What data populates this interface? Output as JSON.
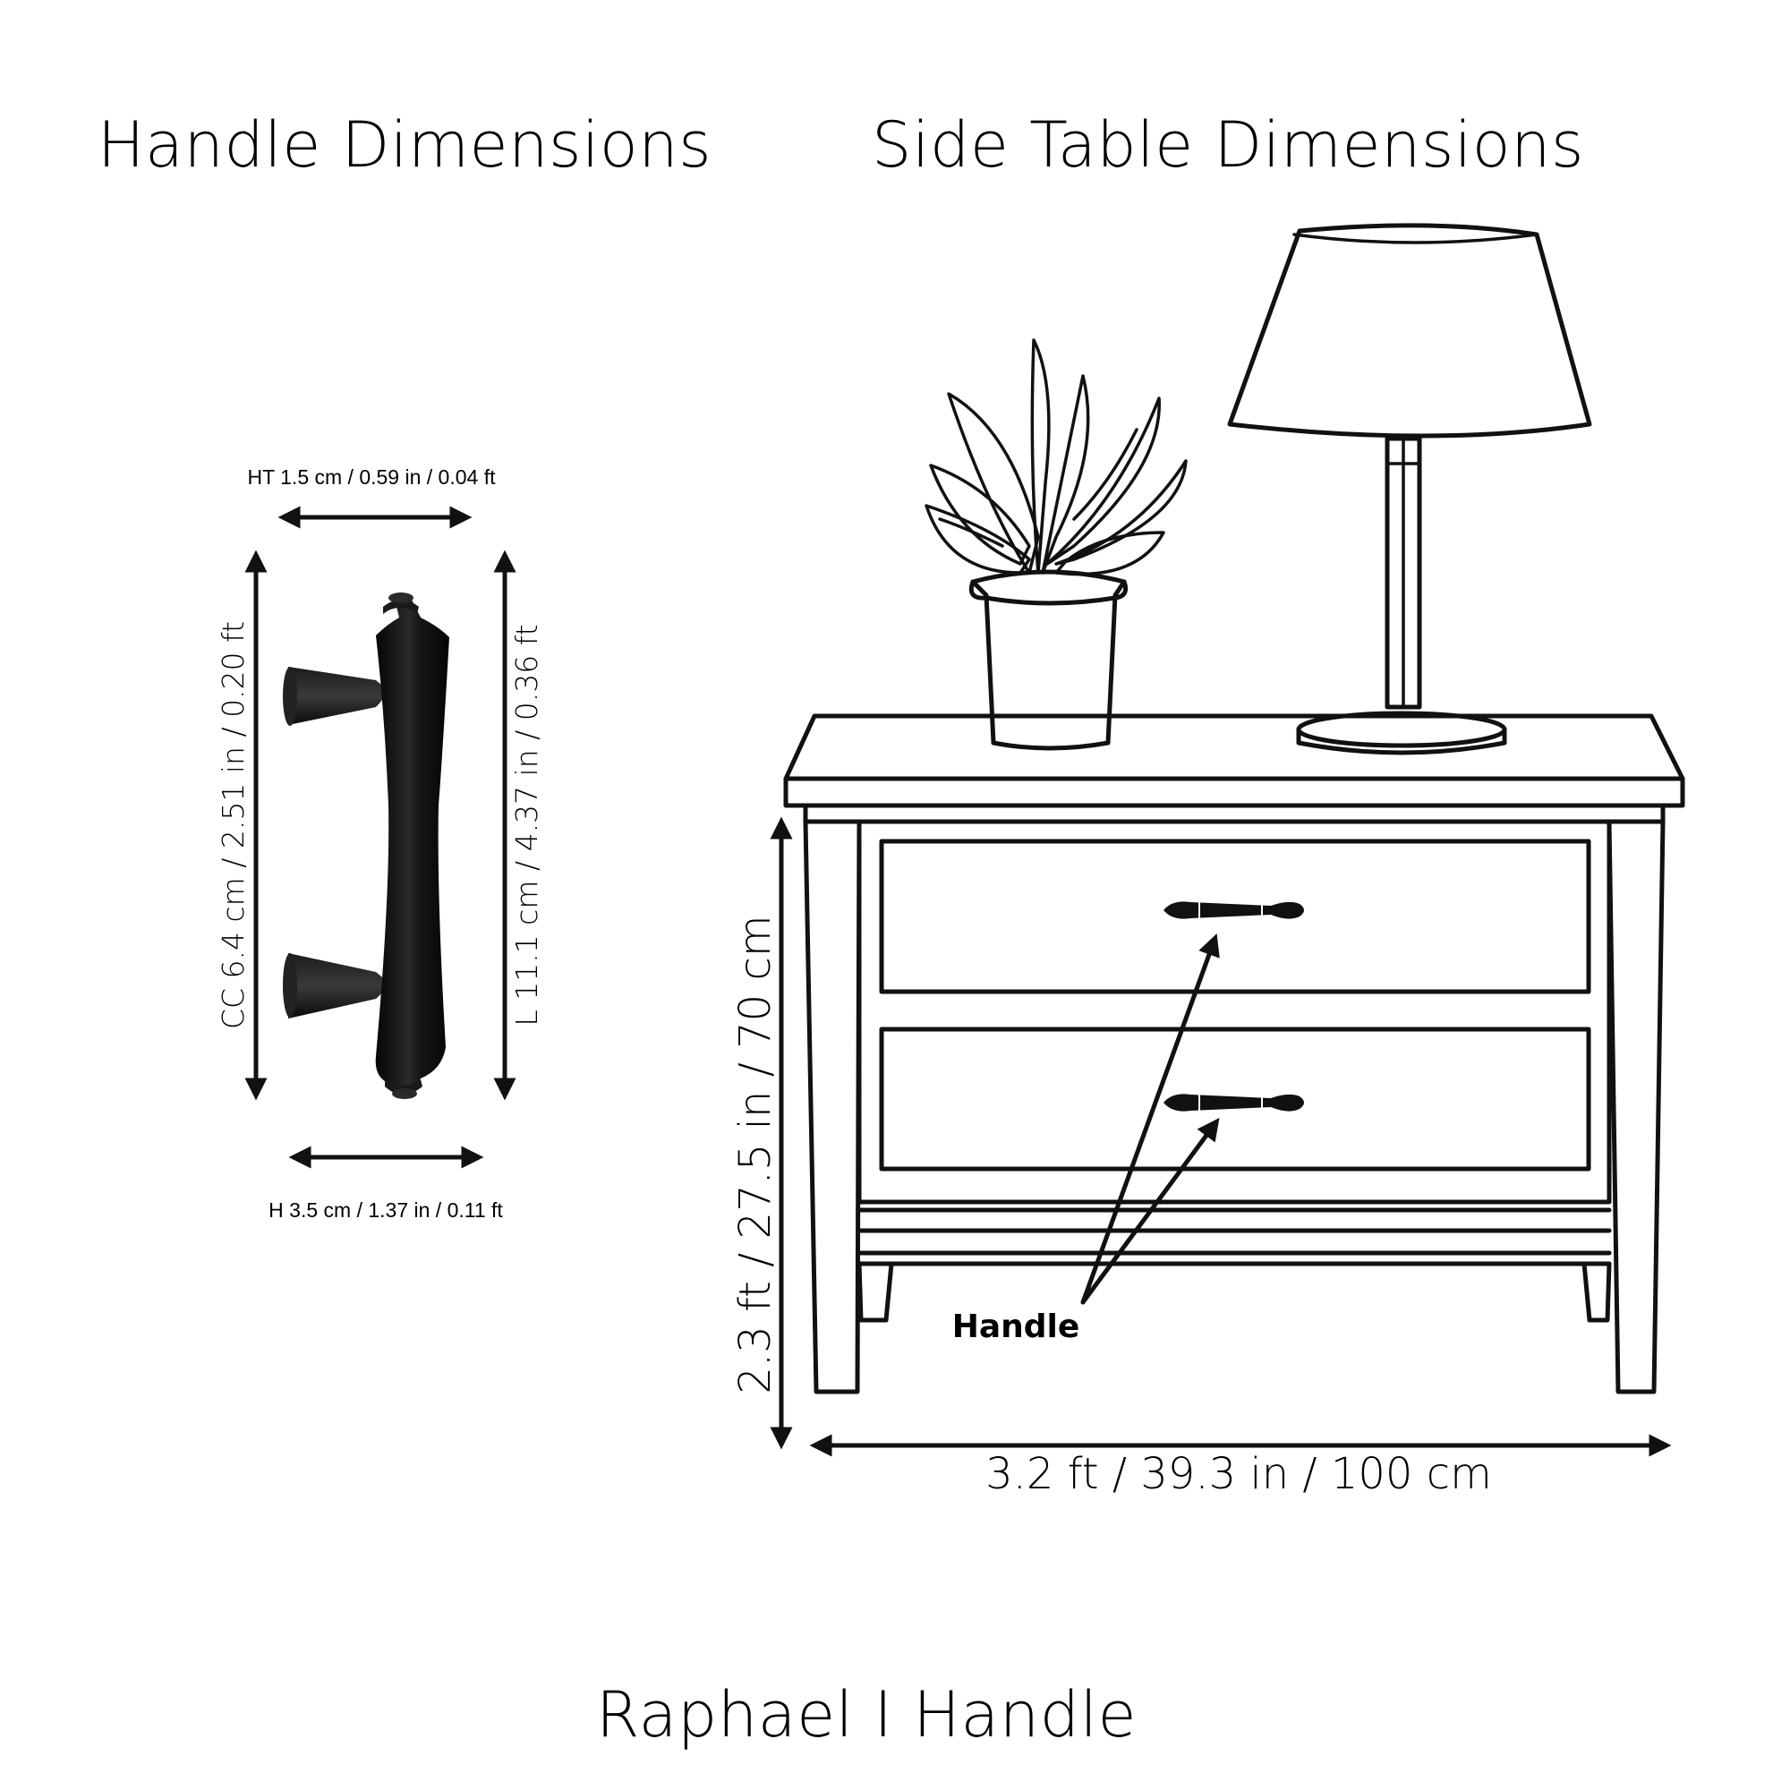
{
  "headings": {
    "handle_dimensions": "Handle Dimensions",
    "side_table_dimensions": "Side Table Dimensions",
    "product_name": "Raphael I Handle"
  },
  "handle": {
    "ht": "HT 1.5 cm / 0.59 in / 0.04 ft",
    "cc": "CC 6.4 cm / 2.51 in / 0.20 ft",
    "length": "L 11.1 cm / 4.37 in / 0.36 ft",
    "h": "H 3.5 cm / 1.37 in / 0.11 ft"
  },
  "table": {
    "height": "2.3 ft / 27.5 in / 70 cm",
    "width": "3.2 ft / 39.3 in / 100 cm",
    "callout": "Handle"
  },
  "colors": {
    "ink": "#111111",
    "handle_finish": "#141414",
    "background": "#ffffff"
  }
}
